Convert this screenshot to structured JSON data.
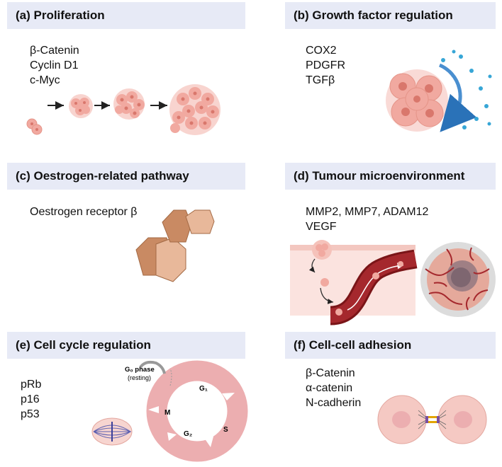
{
  "panels": [
    {
      "header": "(a) Proliferation",
      "items": [
        "β-Catenin",
        "Cyclin D1",
        "c-Myc"
      ]
    },
    {
      "header": "(b) Growth factor regulation",
      "items": [
        "COX2",
        "PDGFR",
        "TGFβ"
      ]
    },
    {
      "header": "(c) Oestrogen-related pathway",
      "items": [
        "Oestrogen receptor β"
      ]
    },
    {
      "header": "(d) Tumour microenvironment",
      "items": [
        "MMP2, MMP7, ADAM12",
        "VEGF"
      ]
    },
    {
      "header": "(e) Cell cycle regulation",
      "items": [
        "pRb",
        "p16",
        "p53"
      ]
    },
    {
      "header": "(f) Cell-cell adhesion",
      "items": [
        "β-Catenin",
        "α-catenin",
        "N-cadherin"
      ]
    }
  ],
  "cell_cycle": {
    "g0_label": "G₀ phase",
    "g0_sub": "(resting)",
    "phases": [
      "G₁",
      "S",
      "G₂",
      "M"
    ]
  },
  "colors": {
    "header_bg": "#e7eaf6",
    "cell_pink": "#f1a9a0",
    "cell_dark": "#d9776c",
    "hexagon_brown": "#c98a63",
    "vessel_red": "#a5282d",
    "arrow_blue": "#2a72b8"
  }
}
